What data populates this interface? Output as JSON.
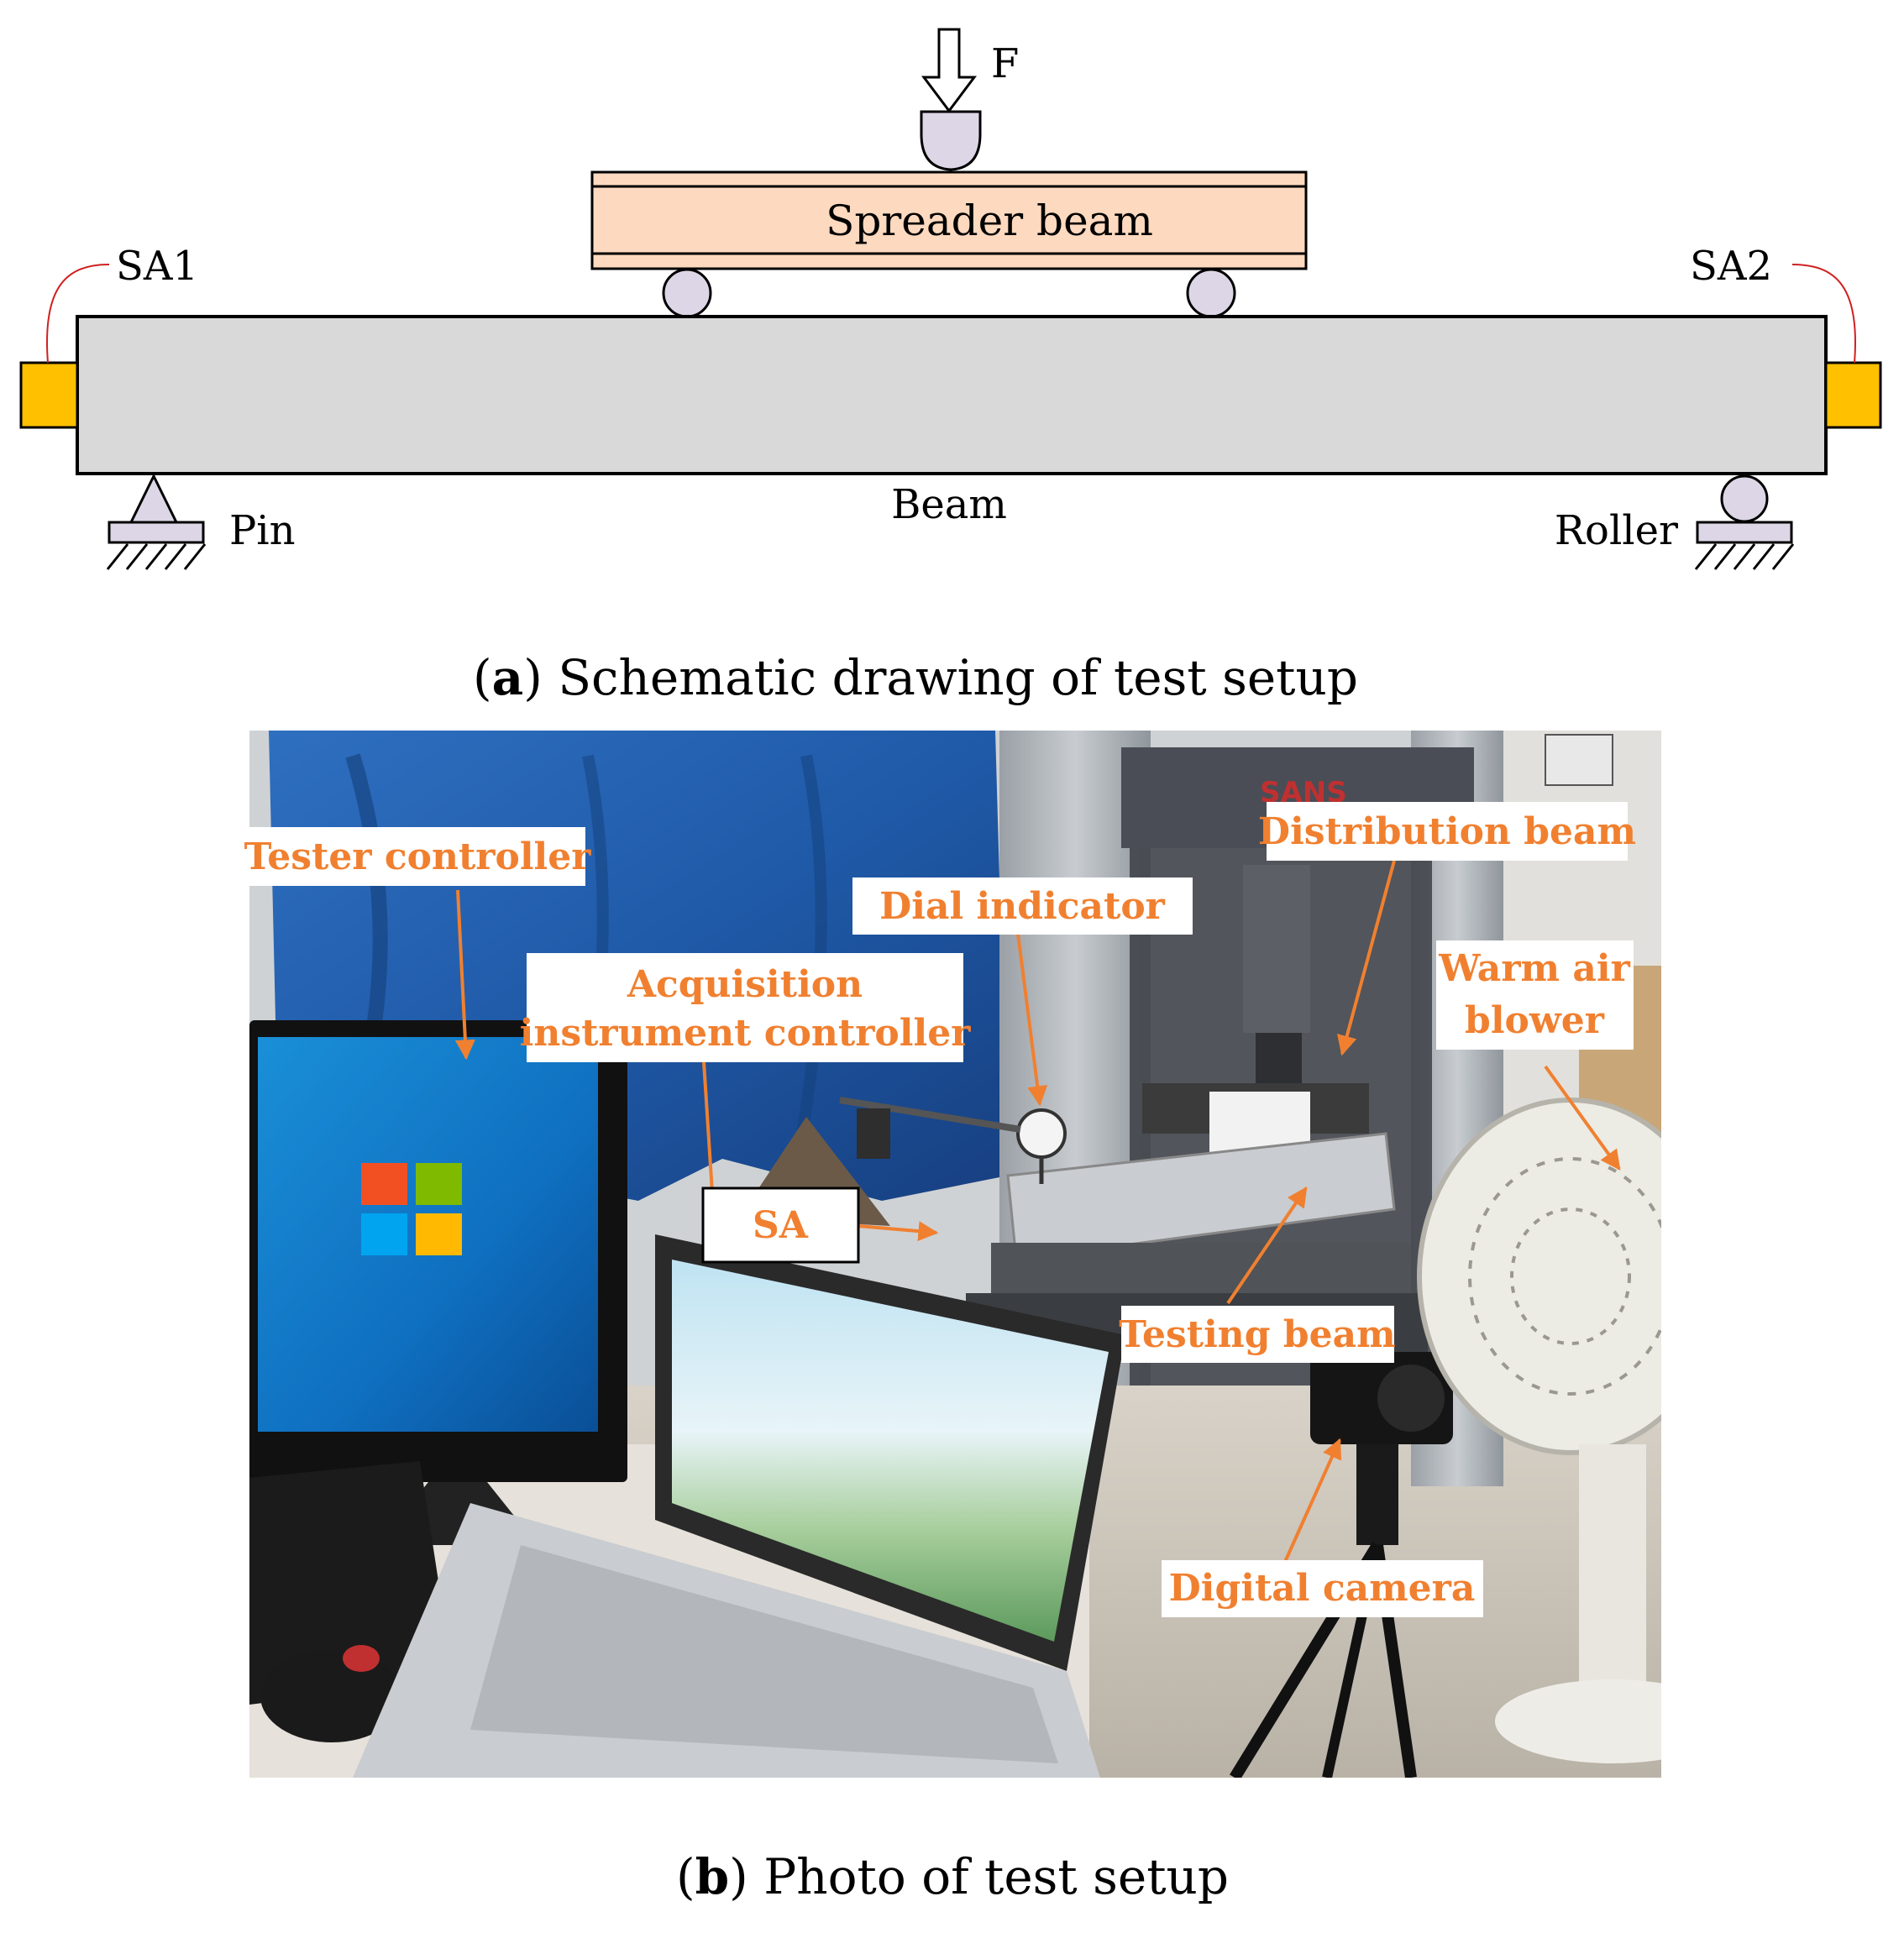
{
  "panel_a": {
    "caption": {
      "letter": "a",
      "text": "Schematic drawing of test setup"
    },
    "labels": {
      "force": "F",
      "spreader_beam": "Spreader beam",
      "sa1": "SA1",
      "sa2": "SA2",
      "beam": "Beam",
      "pin": "Pin",
      "roller": "Roller"
    }
  },
  "panel_b": {
    "caption": {
      "letter": "b",
      "text": "Photo of test setup"
    },
    "callouts": {
      "tester_controller": "Tester controller",
      "acquisition_line1": "Acquisition",
      "acquisition_line2": "instrument controller",
      "dial_indicator": "Dial indicator",
      "distribution_beam": "Distribution beam",
      "warm_air_line1": "Warm air",
      "warm_air_line2": "blower",
      "sa": "SA",
      "testing_beam": "Testing beam",
      "digital_camera": "Digital camera"
    }
  },
  "colors": {
    "spreader_fill": "#fcd9bf",
    "beam_fill": "#d9d9d9",
    "actuator_fill": "#ffc000",
    "support_fill": "#ddd6e6",
    "callout_text": "#f08030",
    "leader_red": "#d02020"
  }
}
